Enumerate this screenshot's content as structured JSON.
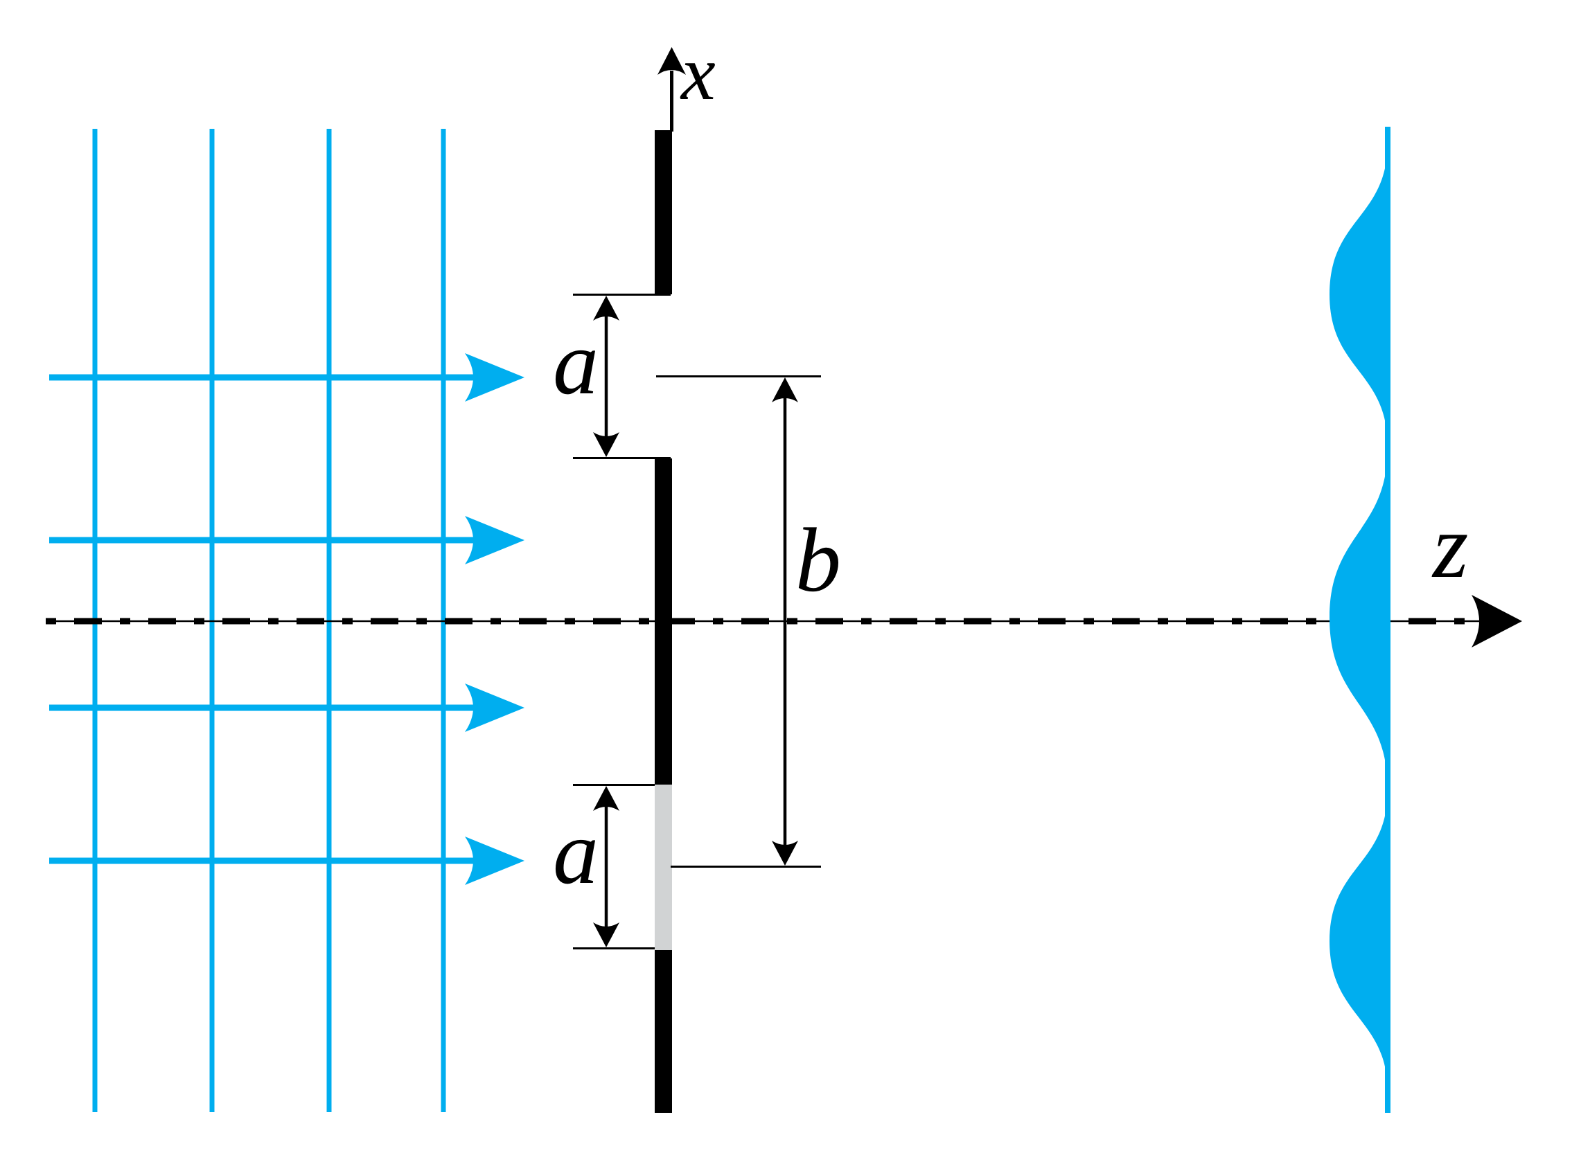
{
  "diagram": {
    "labels": {
      "x_axis": "x",
      "z_axis": "z",
      "upper_slit_width": "a",
      "lower_slit_width": "a",
      "slit_separation": "b"
    },
    "colors": {
      "wave": "#00AEEF",
      "ink": "#000000",
      "covered_slit_fill": "#D1D3D4",
      "background": "#FFFFFF"
    },
    "incident_wave": {
      "wavefront_count": 4,
      "ray_count": 4
    },
    "aperture": {
      "slit_count": 2,
      "covered_slits": 1
    },
    "pattern": {
      "lobe_count": 3
    }
  }
}
